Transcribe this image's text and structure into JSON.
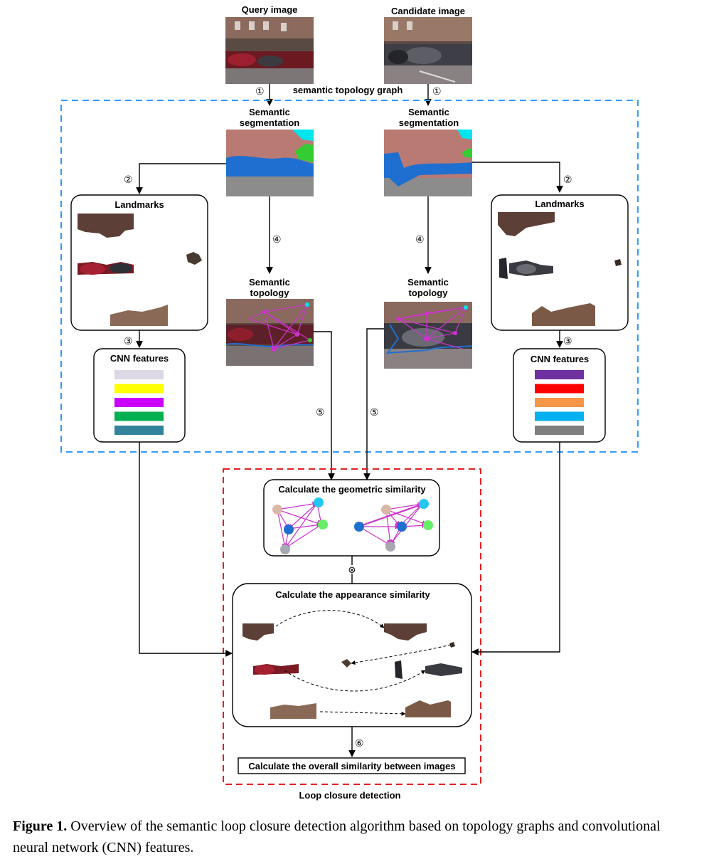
{
  "labels": {
    "query_image": "Query image",
    "candidate_image": "Candidate image",
    "semantic_topology_graph": "semantic topology graph",
    "semantic_segmentation_line1": "Semantic",
    "semantic_segmentation_line2": "segmentation",
    "landmarks": "Landmarks",
    "cnn_features": "CNN features",
    "semantic_topology_line1": "Semantic",
    "semantic_topology_line2": "topology",
    "geometric_similarity": "Calculate the geometric similarity",
    "appearance_similarity": "Calculate the appearance similarity",
    "overall_similarity": "Calculate the overall similarity between images",
    "loop_closure_detection": "Loop closure detection",
    "multiply_symbol": "⊗"
  },
  "step_markers": {
    "s1": "①",
    "s2": "②",
    "s3": "③",
    "s4": "④",
    "s5": "⑤",
    "s6": "⑥"
  },
  "cnn_feature_colors": {
    "query": [
      "#dcd8e6",
      "#ffff00",
      "#cc00ff",
      "#00b050",
      "#31849b"
    ],
    "candidate": [
      "#7030a0",
      "#ff0000",
      "#f79646",
      "#00b0f0",
      "#7f7f7f"
    ]
  },
  "segment_colors": {
    "building": "#b97a74",
    "car": "#1f6fd0",
    "road": "#8c8c8c",
    "sky": "#00e5ee",
    "vegetation": "#33cc33"
  },
  "frame_colors": {
    "semantic_region": "#3399ff",
    "loop_closure_region": "#e02020",
    "topology_edge": "#cc33cc"
  },
  "caption": {
    "figure_label": "Figure 1.",
    "text": "Overview of the semantic loop closure detection algorithm based on topology graphs and convolutional neural network (CNN) features."
  }
}
